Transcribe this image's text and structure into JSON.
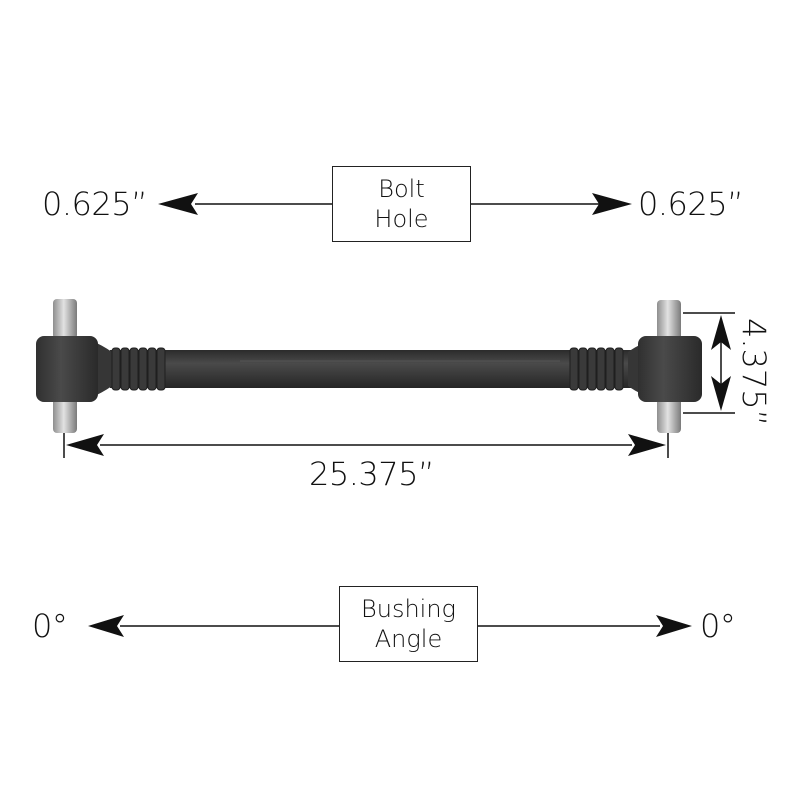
{
  "bolt_hole": {
    "title_line1": "Bolt",
    "title_line2": "Hole",
    "left_value": "0.625”",
    "right_value": "0.625”"
  },
  "dimensions": {
    "length": "25.375”",
    "height": "4.375”"
  },
  "bushing_angle": {
    "title_line1": "Bushing",
    "title_line2": "Angle",
    "left_value": "0°",
    "right_value": "0°"
  },
  "colors": {
    "bar": "#3a3a3a",
    "bar_dark": "#2a2a2a",
    "pin": "#b5b5b5",
    "line": "#111111"
  }
}
